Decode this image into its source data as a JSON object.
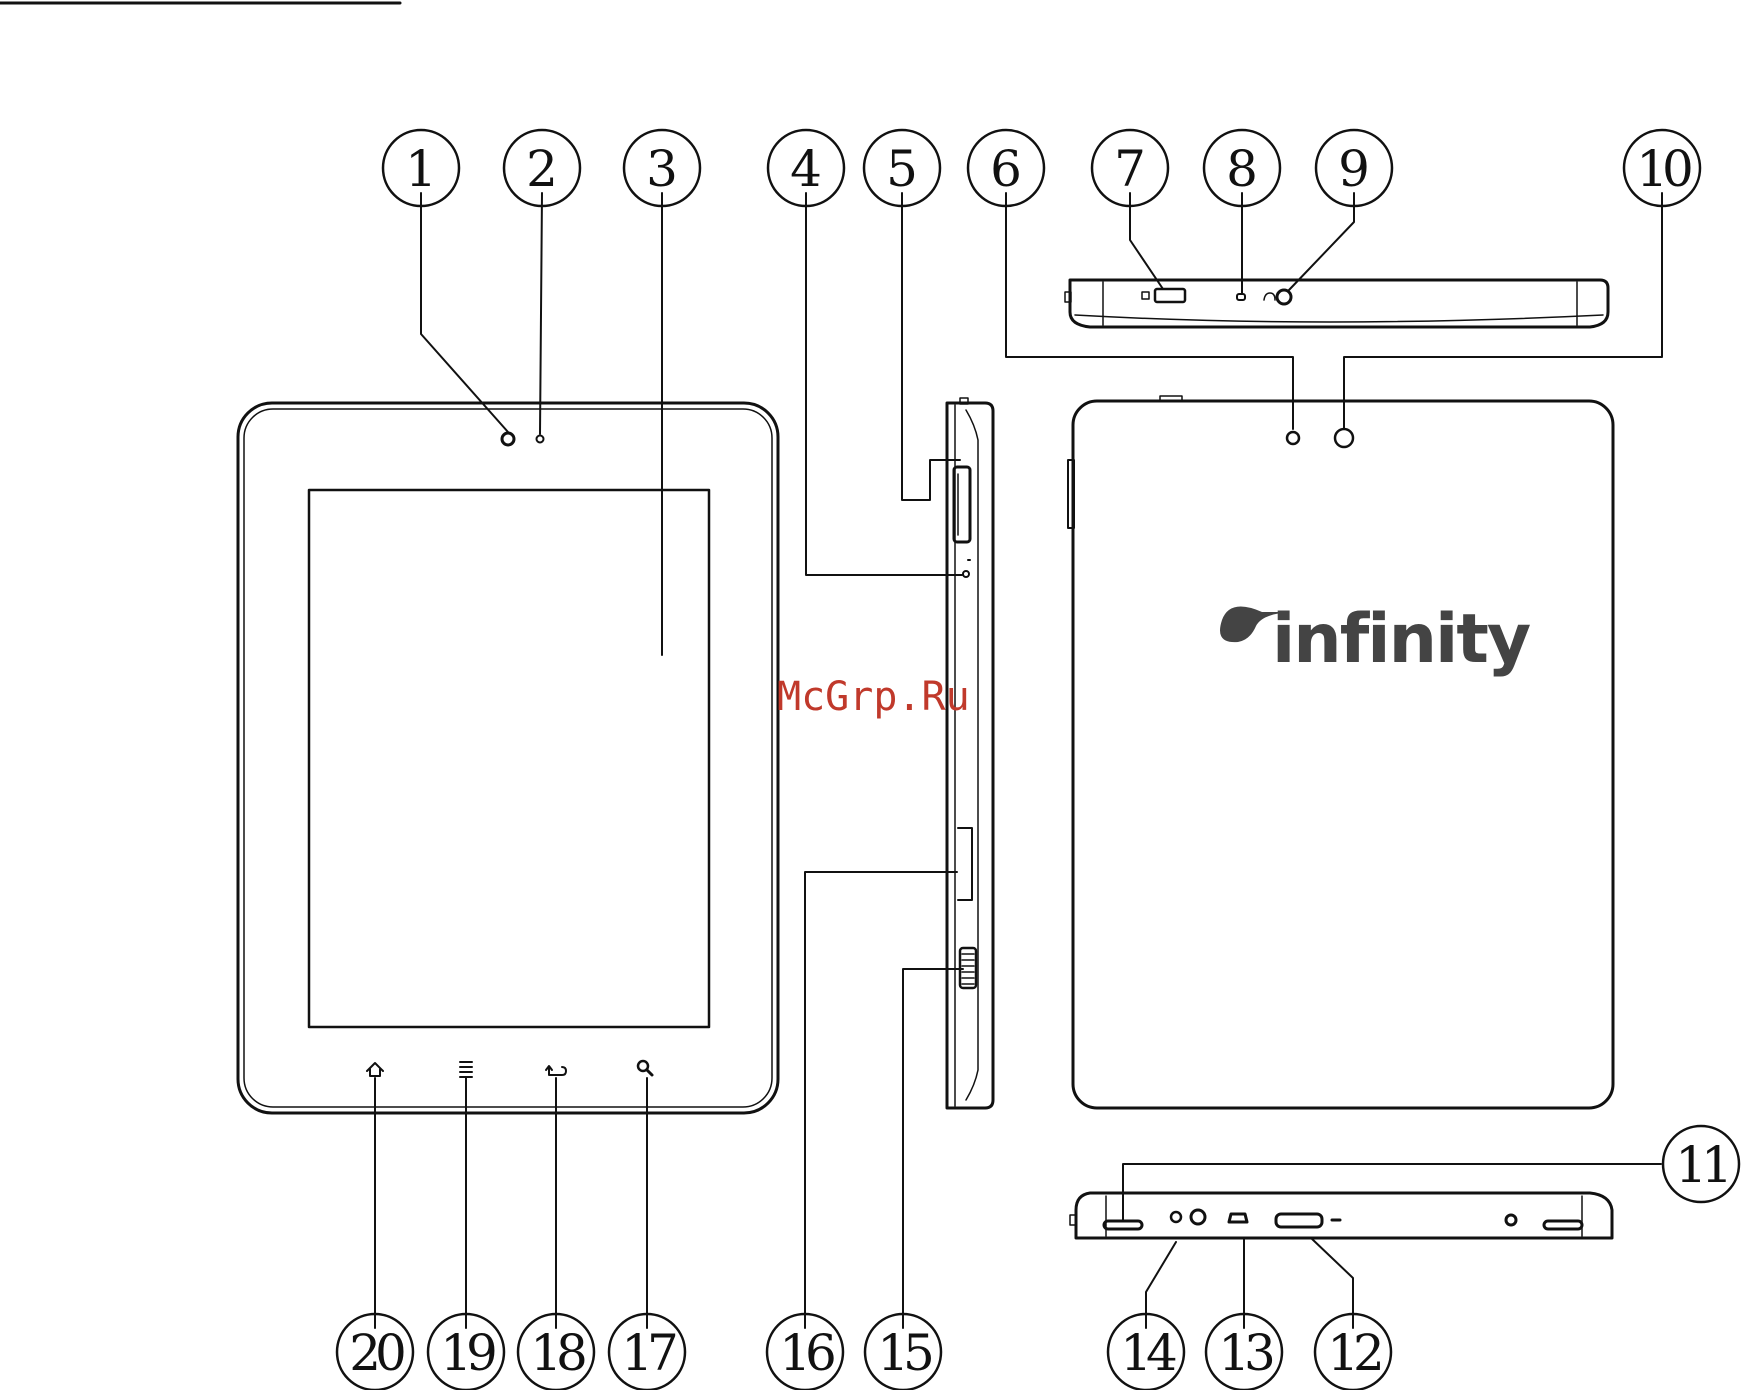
{
  "diagram": {
    "callout_numbers": [
      "1",
      "2",
      "3",
      "4",
      "5",
      "6",
      "7",
      "8",
      "9",
      "10",
      "11",
      "12",
      "13",
      "14",
      "15",
      "16",
      "17",
      "18",
      "19",
      "20"
    ],
    "brand_logo_text": "infinity",
    "watermark": "McGrp.Ru"
  },
  "colors": {
    "line": "#111111",
    "logo": "#444444",
    "watermark": "#c0392b"
  },
  "icons": [
    "home-icon",
    "menu-icon",
    "back-icon",
    "search-icon"
  ]
}
